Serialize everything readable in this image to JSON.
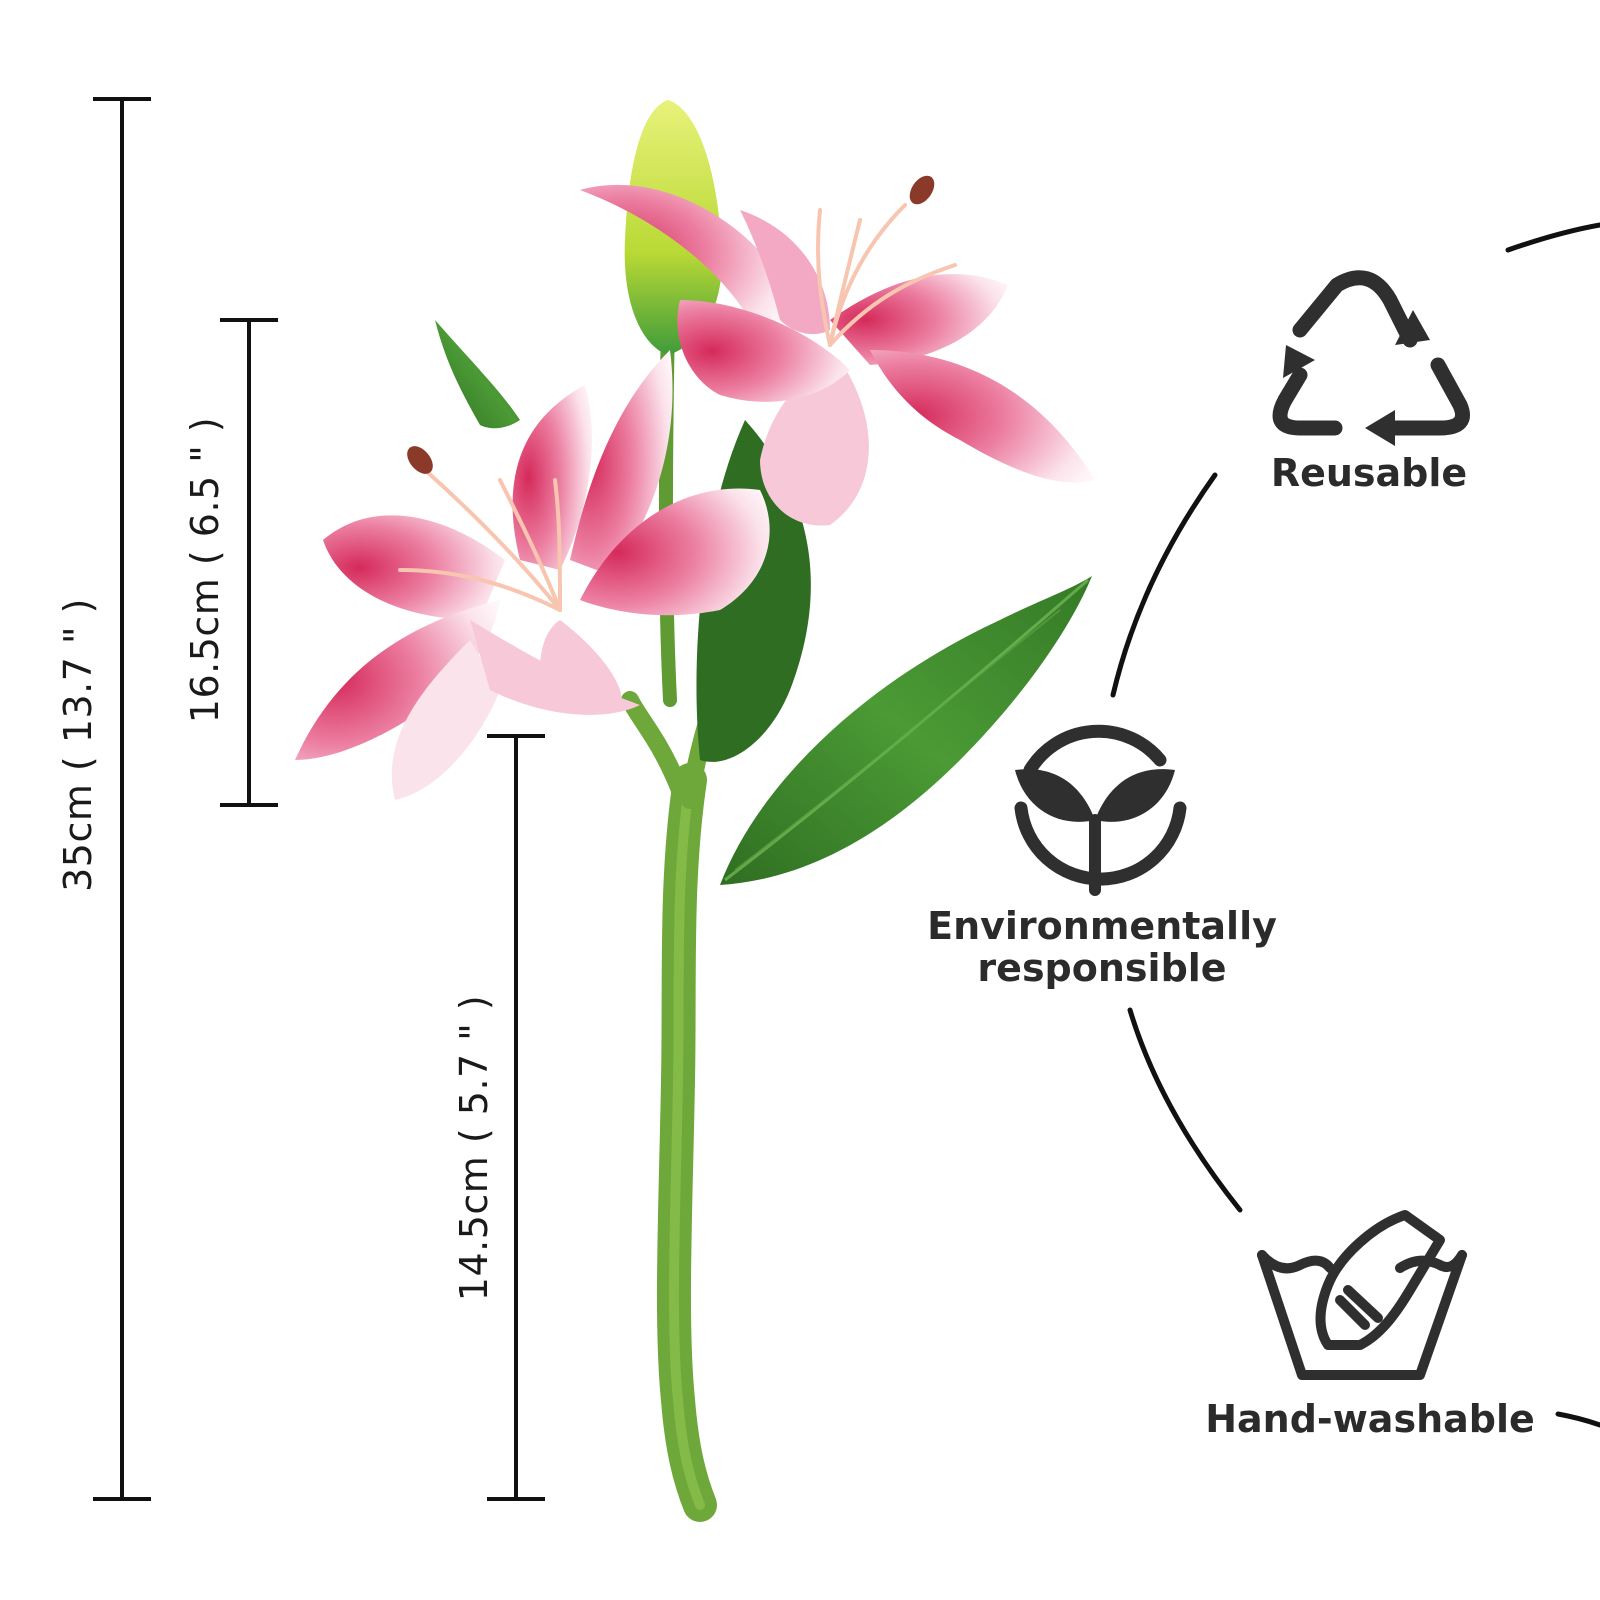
{
  "dimensions": {
    "total": "35cm ( 13.7 \" )",
    "flower_head": "16.5cm ( 6.5 \" )",
    "stem": "14.5cm ( 5.7 \" )"
  },
  "features": {
    "reusable": "Reusable",
    "eco_line1": "Environmentally",
    "eco_line2": "responsible",
    "washable": "Hand-washable"
  },
  "icons": {
    "reusable": "recycle-icon",
    "eco": "sprout-icon",
    "washable": "hand-wash-icon"
  },
  "colors": {
    "petal": "#f3a9c4",
    "petal_center": "#d9305f",
    "leaf": "#3e8a2c",
    "stem": "#6ea83a",
    "bud": "#c9e23c",
    "icon": "#2f2f2f"
  }
}
